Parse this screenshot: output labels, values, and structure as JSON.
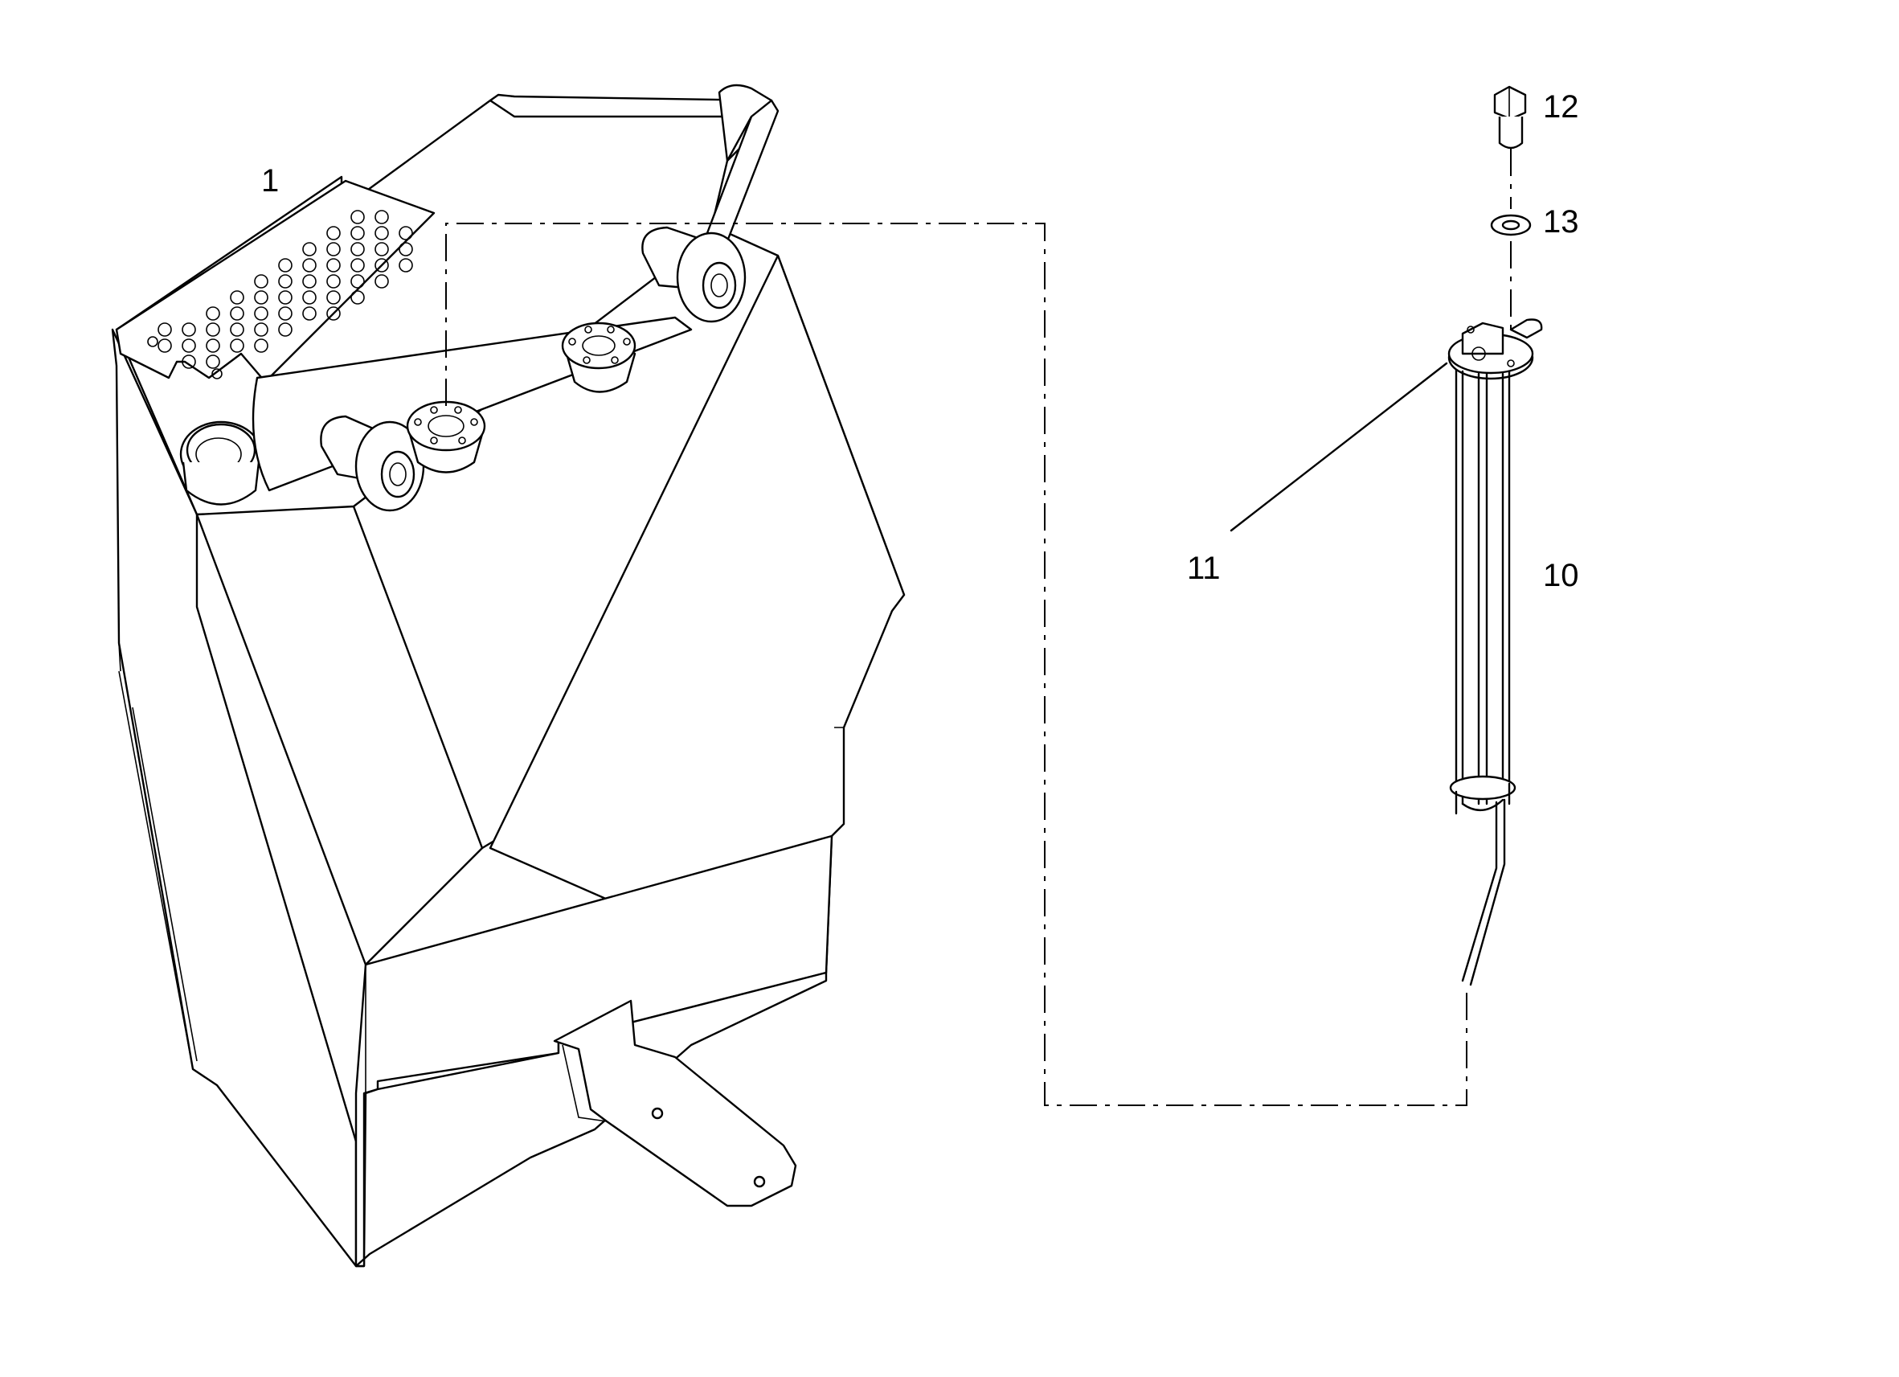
{
  "diagram": {
    "callouts": {
      "tank": "1",
      "sender_unit": "10",
      "gasket": "11",
      "bolt": "12",
      "washer": "13"
    }
  }
}
